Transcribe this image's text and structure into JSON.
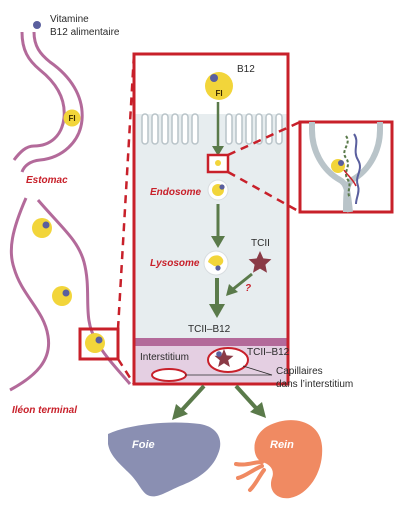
{
  "labels": {
    "vitamine_line1": "Vitamine",
    "vitamine_line2": "B12 alimentaire",
    "estomac": "Estomac",
    "ileon": "Iléon terminal",
    "b12": "B12",
    "fi": "FI",
    "endosome": "Endosome",
    "lysosome": "Lysosome",
    "tcii": "TCII",
    "question": "?",
    "tcii_b12": "TCII–B12",
    "interstitium": "Interstitium",
    "tcii_b12_inter": "TCII–B12",
    "capillaires_line1": "Capillaires",
    "capillaires_line2": "dans l’interstitium",
    "foie": "Foie",
    "rein": "Rein"
  },
  "colors": {
    "frame_red": "#c8202a",
    "arrow_green": "#5a7a4a",
    "fi_yellow": "#f2d53a",
    "b12_blue": "#5a5f9e",
    "tcii_star": "#8a3a46",
    "gut_wall": "#b36a9a",
    "cell_fill": "#e7edef",
    "interstitium_fill": "#e4cfe2",
    "liver": "#8a8fb2",
    "kidney": "#f08a62"
  }
}
